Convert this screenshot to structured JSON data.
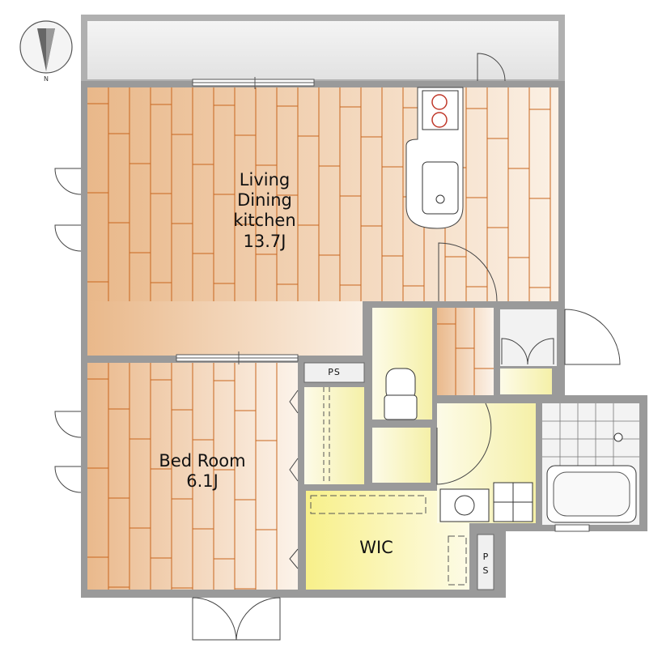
{
  "compass": {
    "north_label": "N"
  },
  "rooms": {
    "ldk": {
      "line1": "Living",
      "line2": "Dining",
      "line3": "kitchen",
      "area": "13.7J"
    },
    "bedroom": {
      "name": "Bed Room",
      "area": "6.1J"
    },
    "wic": {
      "name": "WIC"
    },
    "ps_top": {
      "label": "PS"
    },
    "ps_side": {
      "line1": "P",
      "line2": "S"
    }
  },
  "colors": {
    "wall": "#9a9a9a",
    "floor_wood_dark": "#e9b88a",
    "floor_wood_light": "#fbf0e4",
    "floor_seam": "#c8661e",
    "wet_area": "#fbf7c6",
    "balcony": "#ededed"
  }
}
